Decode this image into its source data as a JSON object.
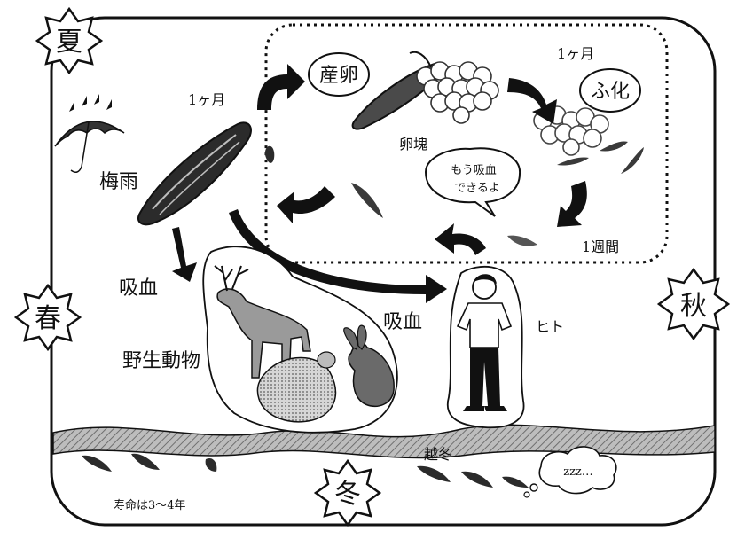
{
  "seasons": {
    "summer": "夏",
    "spring": "春",
    "autumn": "秋",
    "winter": "冬"
  },
  "labels": {
    "rainy_season": "梅雨",
    "one_month_left": "1ヶ月",
    "spawning": "産卵",
    "one_month_right": "1ヶ月",
    "egg_mass": "卵塊",
    "hatching": "ふ化",
    "speech_line1": "もう吸血",
    "speech_line2": "できるよ",
    "one_week": "1週間",
    "blood_feeding_wild": "吸血",
    "wild_animals": "野生動物",
    "blood_feeding_human": "吸血",
    "human": "ヒト",
    "overwintering": "越冬",
    "lifespan": "寿命は3～4年",
    "sleep": "zzz…"
  },
  "colors": {
    "ink": "#111111",
    "leech_dark": "#2b2b2b",
    "leech_mid": "#6b6b6b",
    "ground": "#8a8a8a",
    "fur": "#9a9a9a"
  }
}
